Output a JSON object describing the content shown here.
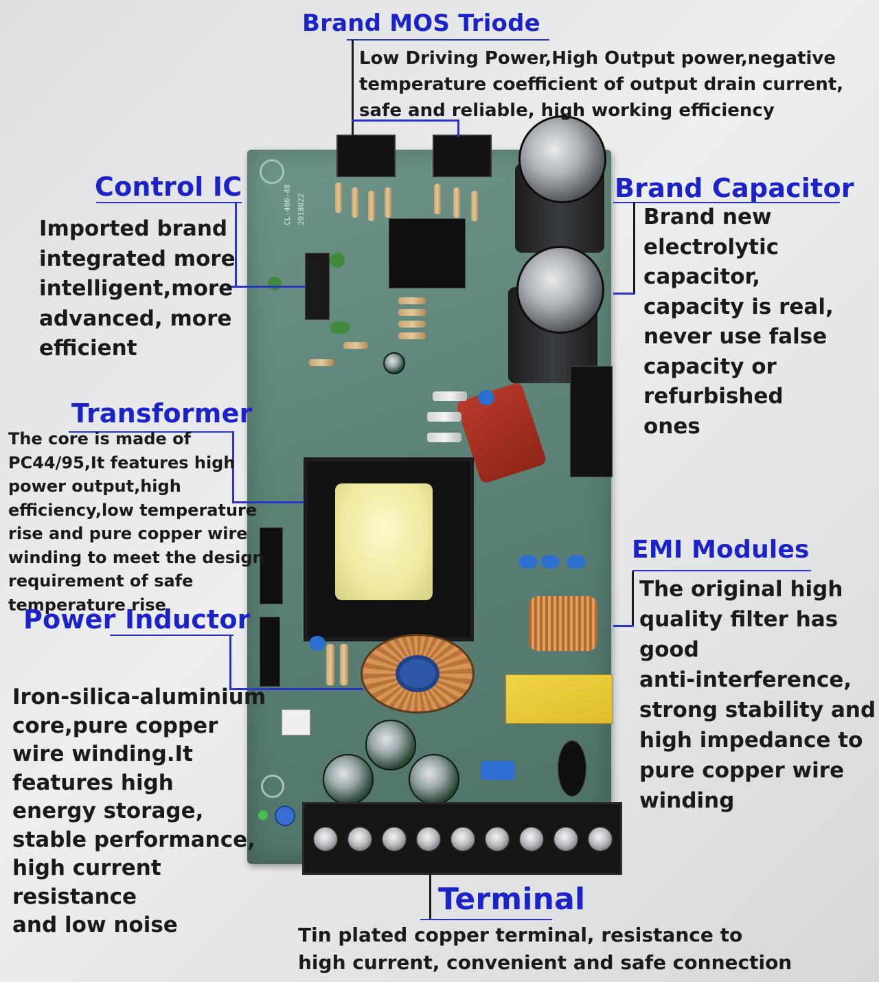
{
  "colors": {
    "title_blue": "#1b22c8",
    "leader_line": "#2a32c8",
    "pcb_green": "#5e8479",
    "background": "#e2e4e6"
  },
  "board_silkscreen": {
    "model": "CL-400-48",
    "date": "2018022"
  },
  "callouts": {
    "mos": {
      "title": "Brand MOS  Triode",
      "desc": "Low Driving Power,High Output power,negative\ntemperature coefficient of output drain current,\nsafe and reliable, high working efficiency"
    },
    "control_ic": {
      "title": "Control IC",
      "desc": "Imported brand\nintegrated more\nintelligent,more\nadvanced, more\nefficient"
    },
    "capacitor": {
      "title": "Brand Capacitor",
      "desc": "Brand new\nelectrolytic\ncapacitor,\ncapacity is real,\nnever use false\ncapacity or\nrefurbished\nones"
    },
    "transformer": {
      "title": "Transformer",
      "desc": "The core is made of\nPC44/95,It features high\npower output,high\nefficiency,low temperature\nrise and pure copper wire\nwinding to meet the design\nrequirement of safe\ntemperature rise"
    },
    "emi": {
      "title": "EMI Modules",
      "desc": "The original high\nquality filter has\ngood\nanti-interference,\nstrong stability and\nhigh impedance to\npure copper wire\nwinding"
    },
    "inductor": {
      "title": "Power Inductor",
      "desc": "Iron-silica-aluminium\ncore,pure copper\nwire winding.It\nfeatures high\nenergy storage,\nstable performance,\nhigh current\nresistance\nand low noise"
    },
    "terminal": {
      "title": "Terminal",
      "desc": "Tin plated copper terminal, resistance to\nhigh current, convenient and safe connection"
    }
  }
}
